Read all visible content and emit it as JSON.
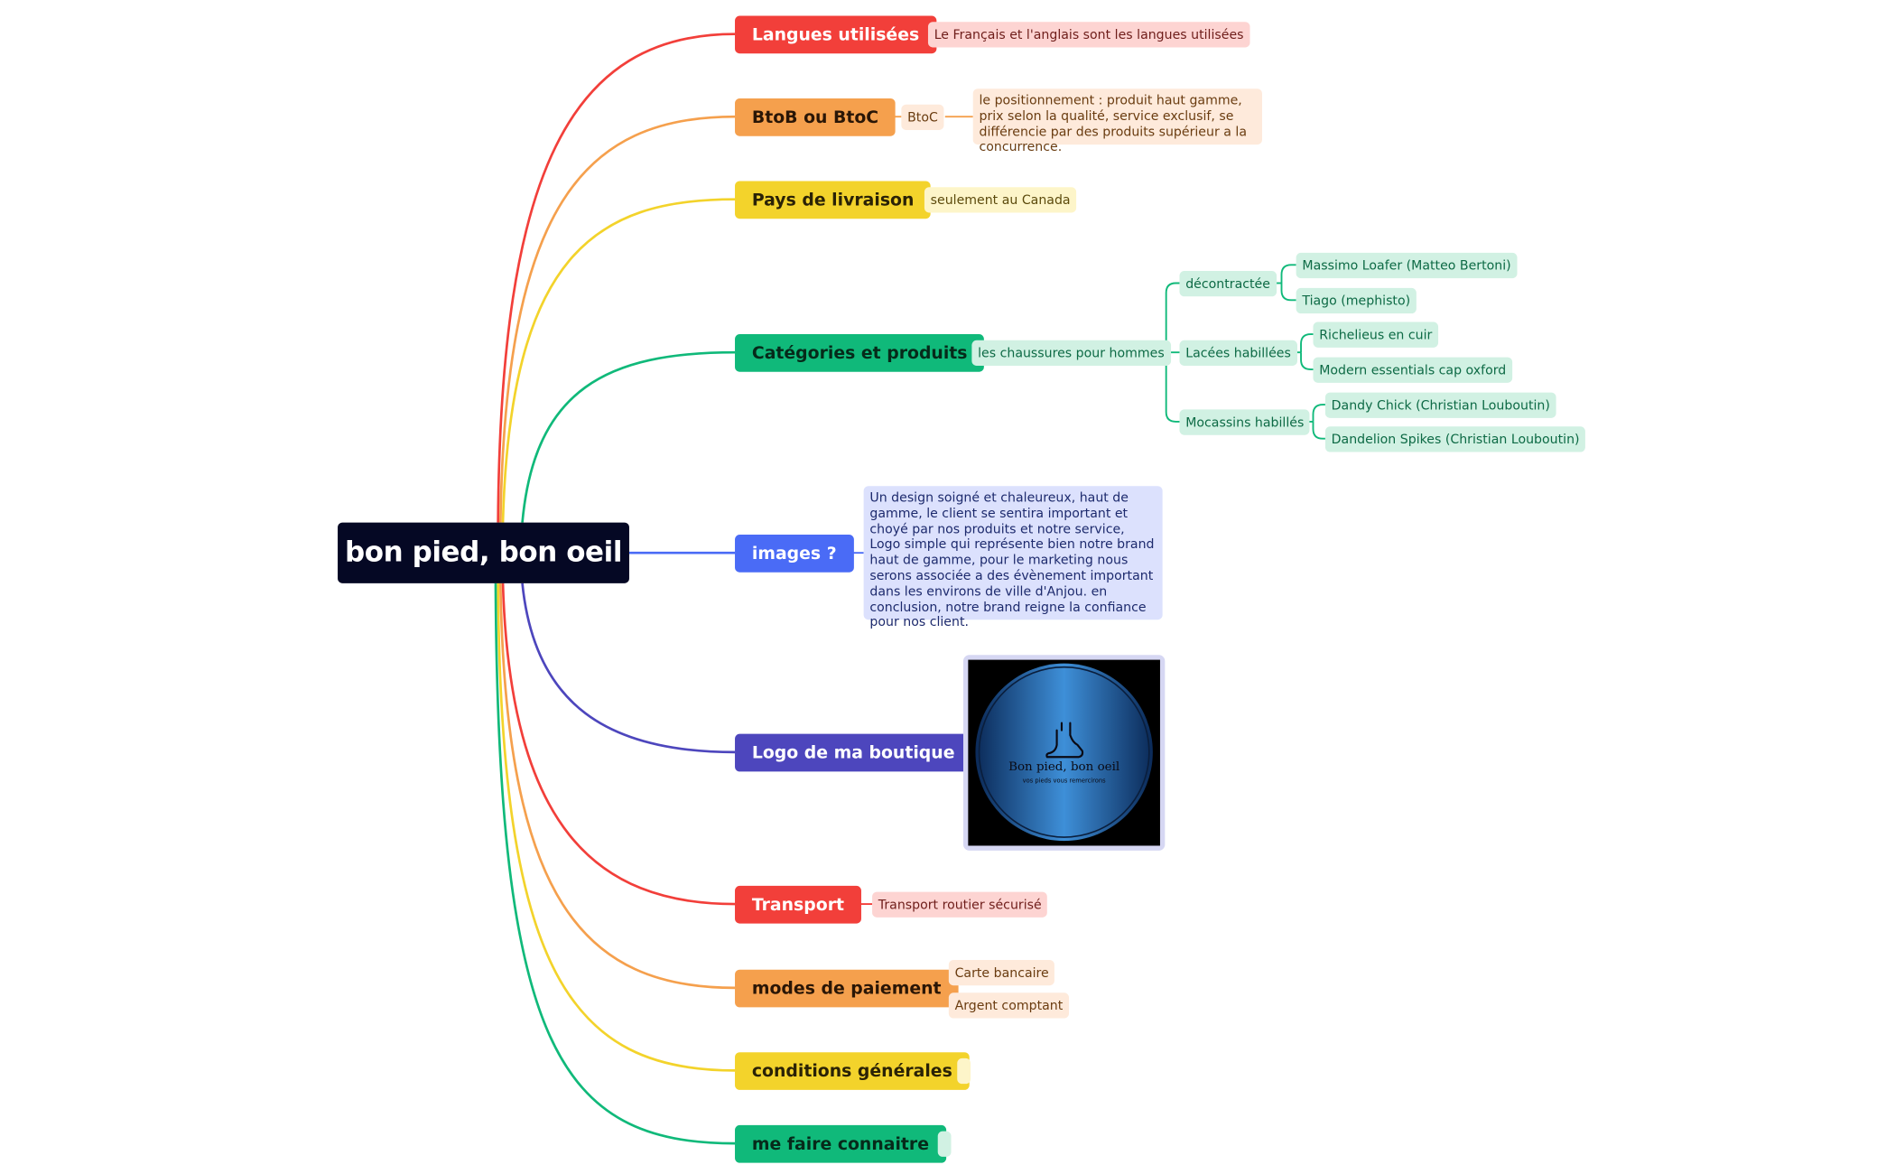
{
  "root": {
    "label": "bon pied, bon oeil"
  },
  "colors": {
    "root": "#050824",
    "red": "#f23f3a",
    "orange": "#f5a04d",
    "yellow": "#f3d32b",
    "green": "#10b97a",
    "blue": "#4a6bf6",
    "indigo": "#4d46bd"
  },
  "branches": {
    "langues": {
      "label": "Langues utilisées",
      "note": "Le Français et l'anglais sont les langues utilisées"
    },
    "btob": {
      "label": "BtoB ou BtoC",
      "answer": "BtoC",
      "note": "le positionnement :  produit haut gamme, prix selon la qualité, service exclusif, se différencie par des produits supérieur a la concurrence."
    },
    "pays": {
      "label": "Pays de livraison",
      "note": "seulement au Canada"
    },
    "categories": {
      "label": "Catégories et produits",
      "sub": "les chaussures pour hommes",
      "groups": [
        {
          "label": "décontractée",
          "items": [
            "Massimo Loafer (Matteo Bertoni)",
            "Tiago (mephisto)"
          ]
        },
        {
          "label": "Lacées habillées",
          "items": [
            "Richelieus en cuir",
            "Modern essentials cap oxford"
          ]
        },
        {
          "label": "Mocassins habillés",
          "items": [
            "Dandy Chick (Christian Louboutin)",
            "Dandelion Spikes (Christian Louboutin)"
          ]
        }
      ]
    },
    "images": {
      "label": "images ?",
      "note": "Un design soigné et chaleureux, haut de gamme, le client se sentira important et choyé par nos produits et notre service,  Logo simple qui représente bien notre brand haut de gamme, pour le marketing nous serons associée a des évènement important dans les environs de ville d'Anjou. en conclusion, notre brand reigne la confiance pour nos client."
    },
    "logo": {
      "label": "Logo de ma boutique",
      "image": {
        "title": "Bon pied, bon oeil",
        "tagline": "vos pieds vous remercirons",
        "icon": "foot-icon"
      }
    },
    "transport": {
      "label": "Transport",
      "note": "Transport routier sécurisé"
    },
    "paiement": {
      "label": "modes de paiement",
      "items": [
        "Carte bancaire",
        "Argent comptant"
      ]
    },
    "conditions": {
      "label": "conditions générales"
    },
    "connaitre": {
      "label": "me faire connaitre"
    }
  }
}
